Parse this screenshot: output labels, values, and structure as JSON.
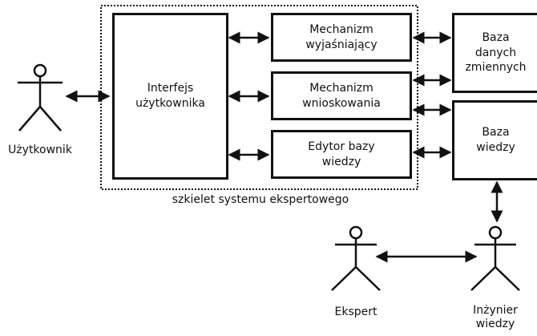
{
  "framework_label": "szkielet systemu ekspertowego",
  "boxes": {
    "user_interface": "Interfejs\nużytkownika",
    "explanation": "Mechanizm\nwyjaśniający",
    "inference": "Mechanizm\nwnioskowania",
    "kb_editor": "Edytor bazy\nwiedzy",
    "variables_db": "Baza\ndanych\nzmiennych",
    "knowledge_base": "Baza\nwiedzy"
  },
  "actors": {
    "user": "Użytkownik",
    "expert": "Ekspert",
    "engineer": "Inżynier\nwiedzy"
  },
  "colors": {
    "line": "#111111",
    "background": "#ffffff"
  }
}
